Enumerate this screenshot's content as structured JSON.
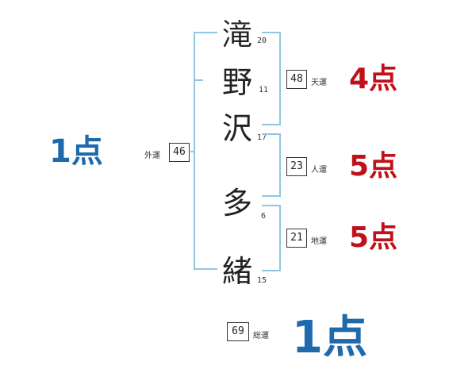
{
  "name": {
    "surname": [
      {
        "char": "滝",
        "strokes": "20"
      },
      {
        "char": "野",
        "strokes": "11"
      },
      {
        "char": "沢",
        "strokes": "17"
      }
    ],
    "given": [
      {
        "char": "多",
        "strokes": "6"
      },
      {
        "char": "緒",
        "strokes": "15"
      }
    ]
  },
  "fortunes": {
    "outer": {
      "label": "外運",
      "value": "46",
      "score": "1点"
    },
    "heaven": {
      "label": "天運",
      "value": "48",
      "score": "4点"
    },
    "person": {
      "label": "人運",
      "value": "23",
      "score": "5点"
    },
    "earth": {
      "label": "地運",
      "value": "21",
      "score": "5点"
    },
    "total": {
      "label": "総運",
      "value": "69",
      "score": "1点"
    }
  },
  "colors": {
    "bracket": "#8fc7e3",
    "score_red": "#c0101a",
    "score_blue": "#1e6aad"
  }
}
